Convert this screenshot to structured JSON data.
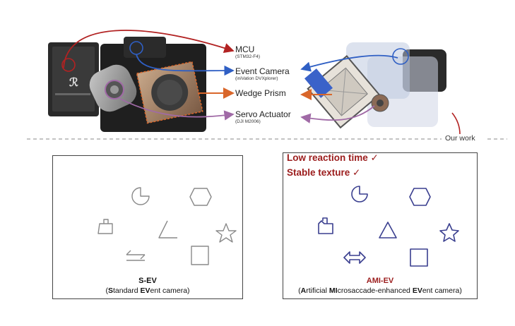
{
  "labels": {
    "mcu": {
      "title": "MCU",
      "sub": "(STM32-F4)"
    },
    "event_camera": {
      "title": "Event Camera",
      "sub": "(iniVation DVXplorer)"
    },
    "wedge_prism": {
      "title": "Wedge Prism"
    },
    "servo": {
      "title": "Servo Actuator",
      "sub": "(DJI M2006)"
    }
  },
  "our_work": "Our work",
  "left_panel": {
    "title": "S-EV",
    "subtitle_parts": [
      {
        "text": "(",
        "bold": false
      },
      {
        "text": "S",
        "bold": true
      },
      {
        "text": "tandard ",
        "bold": false
      },
      {
        "text": "EV",
        "bold": true
      },
      {
        "text": "ent camera)",
        "bold": false
      }
    ]
  },
  "right_panel": {
    "title": "AMI-EV",
    "subtitle_parts": [
      {
        "text": "(",
        "bold": false
      },
      {
        "text": "A",
        "bold": true
      },
      {
        "text": "rtificial ",
        "bold": false
      },
      {
        "text": "MI",
        "bold": true
      },
      {
        "text": "crosaccade-enhanced ",
        "bold": false
      },
      {
        "text": "EV",
        "bold": true
      },
      {
        "text": "ent camera)",
        "bold": false
      }
    ],
    "highlights": [
      {
        "text": "Low reaction time",
        "check": "✓"
      },
      {
        "text": "Stable texture",
        "check": "✓"
      }
    ]
  },
  "colors": {
    "mcu_arrow": "#b22222",
    "camera_arrow": "#2f5fc4",
    "prism_arrow": "#d9662a",
    "servo_arrow": "#a06aa6",
    "highlight": "#9b1c1c",
    "sketch_left": "#888888",
    "sketch_right": "#3a3f8f"
  }
}
